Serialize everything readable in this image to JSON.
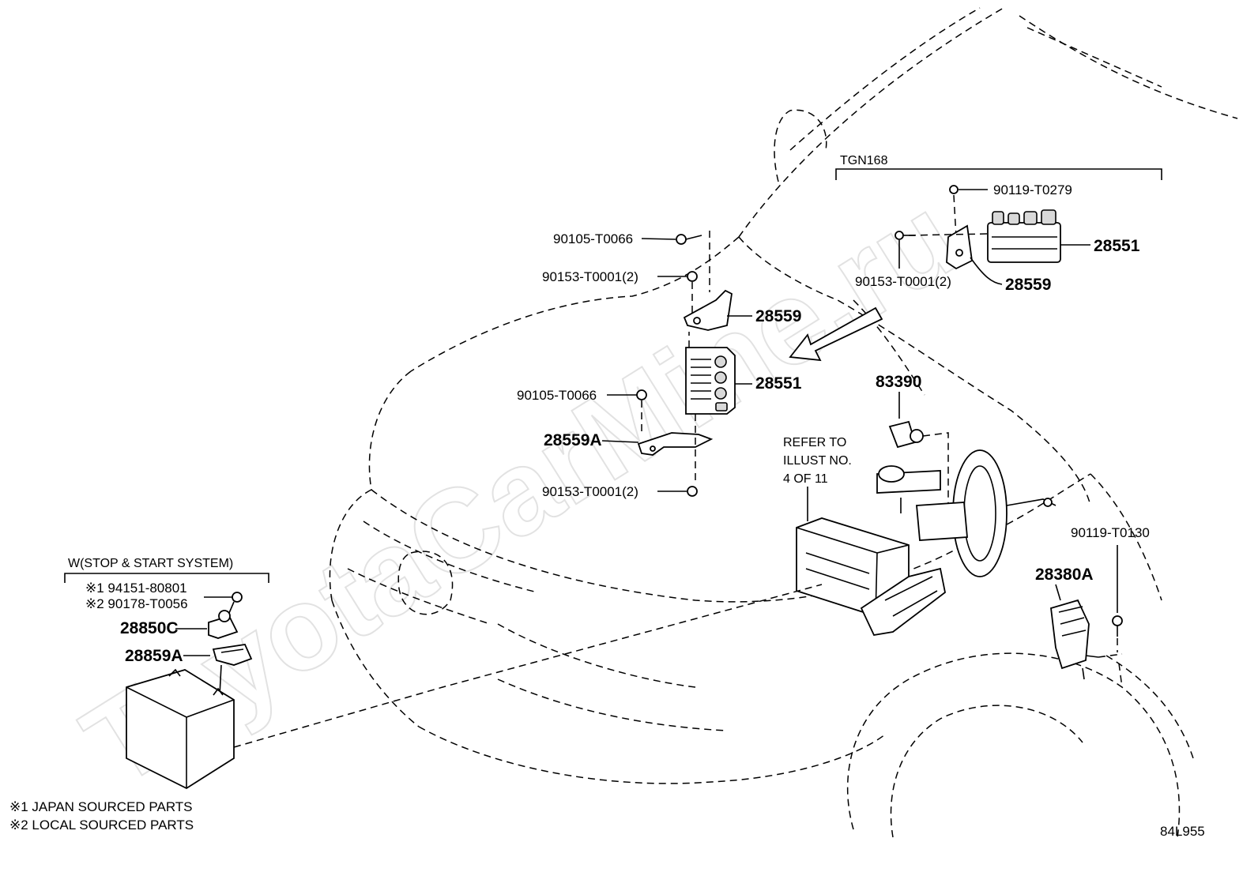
{
  "watermark": "ToyotaCarMine.ru",
  "groups": {
    "tgn168": "TGN168",
    "stop_start": "W(STOP & START SYSTEM)"
  },
  "refer_note": [
    "REFER TO",
    "ILLUST NO.",
    "4 OF 11"
  ],
  "labels": {
    "tgn_bolt": "90119-T0279",
    "tgn_module": "28551",
    "tgn_nut": "90153-T0001(2)",
    "tgn_bracket": "28559",
    "bolt_top": "90105-T0066",
    "nut_top": "90153-T0001(2)",
    "bracket_top": "28559",
    "module_main": "28551",
    "bolt_mid": "90105-T0066",
    "bracket_low": "28559A",
    "nut_low": "90153-T0001(2)",
    "sensor": "83390",
    "bolt_ecu": "90119-T0130",
    "ecu": "28380A",
    "ss_nut_1": "※1 94151-80801",
    "ss_nut_2": "※2 90178-T0056",
    "ss_sensor": "28850C",
    "ss_clamp": "28859A"
  },
  "footnotes": [
    "※1 JAPAN SOURCED PARTS",
    "※2 LOCAL SOURCED PARTS"
  ],
  "illustration_id": "84L955"
}
